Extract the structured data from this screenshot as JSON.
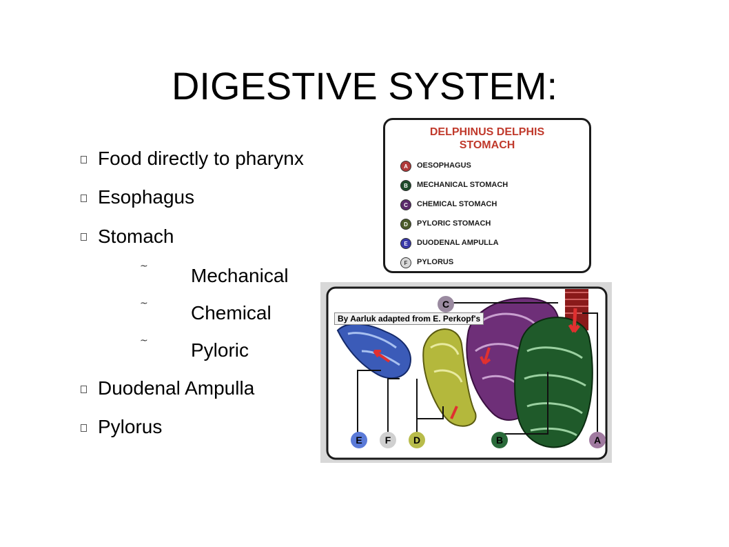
{
  "slide": {
    "title": "DIGESTIVE SYSTEM:",
    "bullets": [
      {
        "text": "Food directly to pharynx",
        "level": 1
      },
      {
        "text": "Esophagus",
        "level": 1
      },
      {
        "text": "Stomach",
        "level": 1
      },
      {
        "text": "Mechanical",
        "level": 2
      },
      {
        "text": "Chemical",
        "level": 2
      },
      {
        "text": "Pyloric",
        "level": 2
      },
      {
        "text": "Duodenal  Ampulla",
        "level": 1
      },
      {
        "text": "Pylorus",
        "level": 1
      }
    ]
  },
  "legend": {
    "title_line1": "DELPHINUS DELPHIS",
    "title_line2": "STOMACH",
    "items": [
      {
        "letter": "A",
        "label": "OESOPHAGUS",
        "color": "#b03a3a"
      },
      {
        "letter": "B",
        "label": "MECHANICAL STOMACH",
        "color": "#1e4a2a"
      },
      {
        "letter": "C",
        "label": "CHEMICAL STOMACH",
        "color": "#5a2a6a"
      },
      {
        "letter": "D",
        "label": "PYLORIC STOMACH",
        "color": "#4a5a2a"
      },
      {
        "letter": "E",
        "label": "DUODENAL AMPULLA",
        "color": "#3a3aa8"
      },
      {
        "letter": "F",
        "label": "PYLORUS",
        "color": "#cfcfcf"
      }
    ]
  },
  "diagram": {
    "credit": "By Aarluk adapted from E. Perkopf's",
    "labels": {
      "E": "E",
      "F": "F",
      "D": "D",
      "B": "B",
      "A": "A",
      "C": "C"
    },
    "colors": {
      "E": "#5a7ad8",
      "F": "#d0d0d0",
      "D": "#b8bc4a",
      "B": "#2a6a3a",
      "A": "#a07aa0",
      "C": "#9a8aa0"
    }
  }
}
